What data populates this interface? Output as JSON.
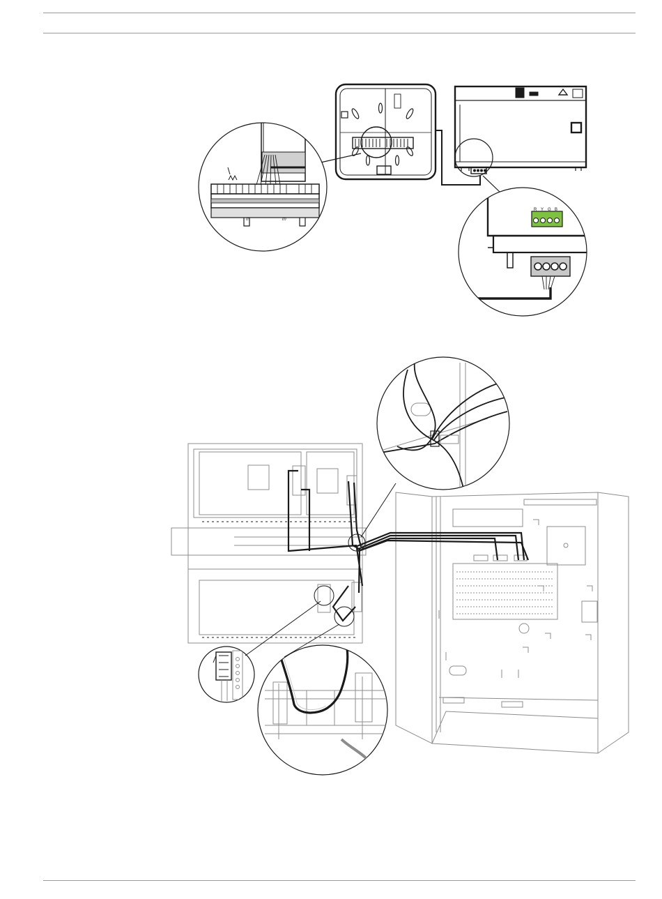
{
  "figure_top": {
    "terminal_labels": [
      "R",
      "Y",
      "G",
      "B"
    ]
  },
  "colors": {
    "line": "#1a1a1a",
    "light_line": "#8c8c8c",
    "terminal_green": "#7fc241",
    "terminal_grey": "#c8c8c8",
    "rule": "#9a9a9a"
  }
}
